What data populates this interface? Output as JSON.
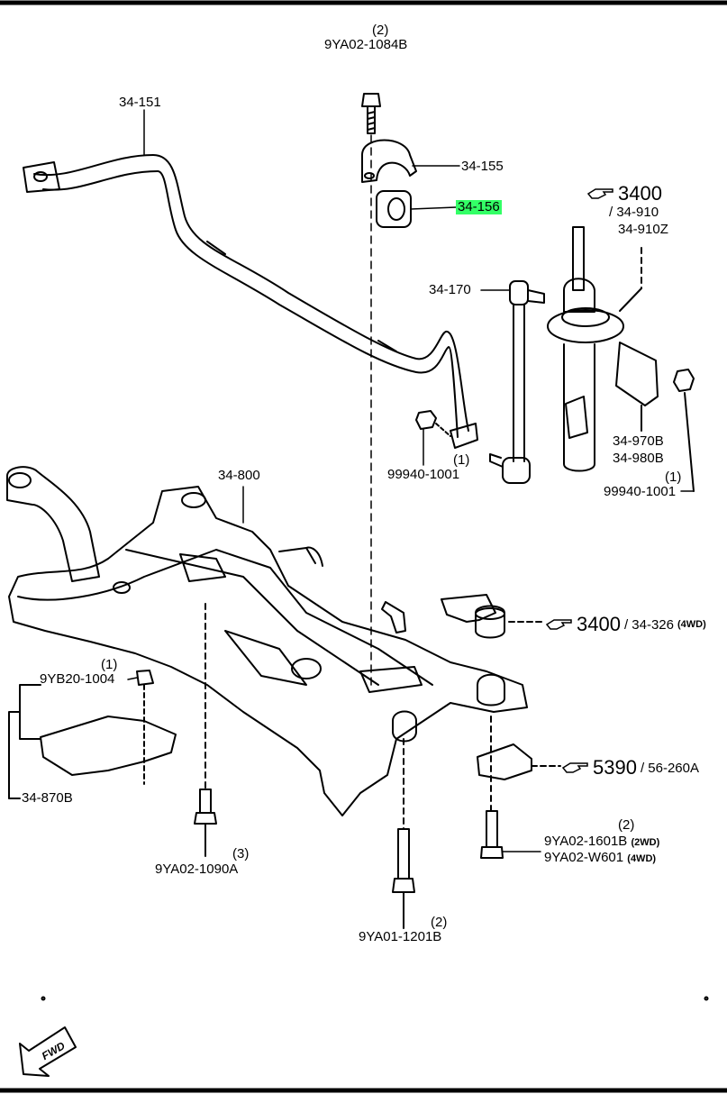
{
  "labels": {
    "p_bolt_top_qty": "(2)",
    "p_bolt_top": "9YA02-1084B",
    "p_stab_bar": "34-151",
    "p_clamp": "34-155",
    "p_bushing": "34-156",
    "p_ref_3400": "3400",
    "p_strut_a": "/ 34-910",
    "p_strut_b": "34-910Z",
    "p_link": "34-170",
    "p_nut_left": "99940-1001",
    "p_nut_left_qty": "(1)",
    "p_bracket_a": "34-970B",
    "p_bracket_b": "34-980B",
    "p_nut_right_qty": "(1)",
    "p_nut_right": "99940-1001",
    "p_crossmember": "34-800",
    "p_nut_guard_qty": "(1)",
    "p_nut_guard": "9YB20-1004",
    "p_guard": "34-870B",
    "p_bolt_low_left_qty": "(3)",
    "p_bolt_low_left": "9YA02-1090A",
    "p_bolt_low_mid_qty": "(2)",
    "p_bolt_low_mid": "9YA01-1201B",
    "p_bolt_low_right_qty": "(2)",
    "p_bolt_low_right_a": "9YA02-1601B",
    "p_bolt_low_right_a_note": "(2WD)",
    "p_bolt_low_right_b": "9YA02-W601",
    "p_bolt_low_right_b_note": "(4WD)",
    "p_ref_mount_num": "3400",
    "p_ref_mount_part": "/ 34-326",
    "p_ref_mount_note": "(4WD)",
    "p_ref_5390_num": "5390",
    "p_ref_5390_part": "/ 56-260A",
    "fwd": "FWD"
  }
}
